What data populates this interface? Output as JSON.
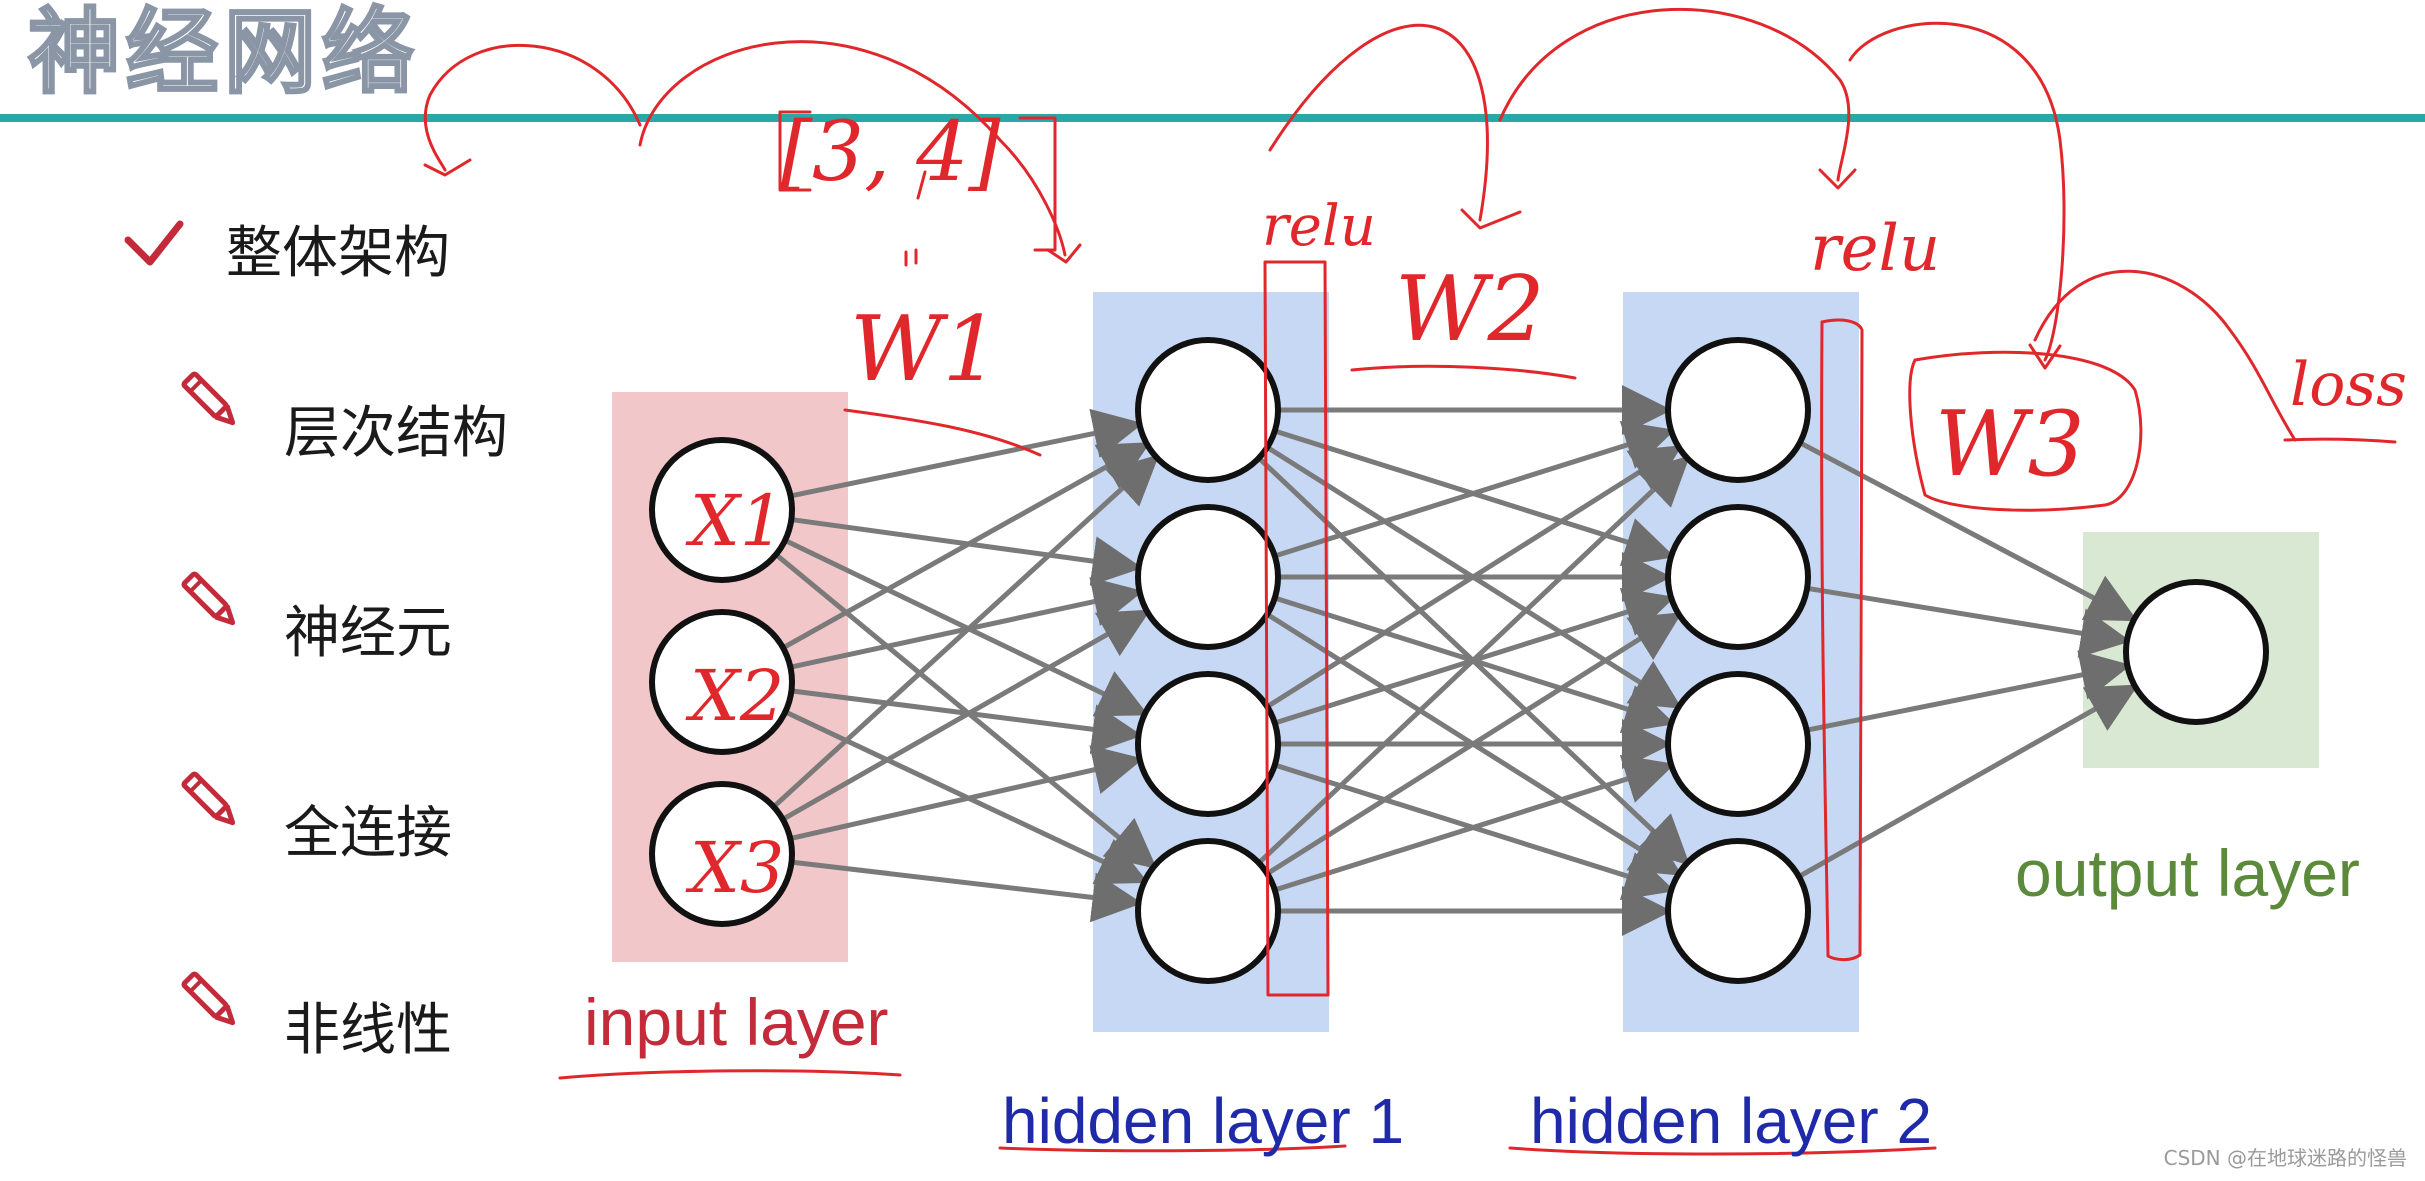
{
  "slide": {
    "title": "神经网络",
    "menu": {
      "main": "整体架构",
      "items": [
        "层次结构",
        "神经元",
        "全连接",
        "非线性"
      ]
    }
  },
  "diagram": {
    "layers": {
      "input": {
        "label": "input layer",
        "neurons": 3,
        "color": "#f2c7c9"
      },
      "hidden1": {
        "label": "hidden layer 1",
        "neurons": 4,
        "color": "#c6d8f3"
      },
      "hidden2": {
        "label": "hidden layer 2",
        "neurons": 4,
        "color": "#c6d8f3"
      },
      "output": {
        "label": "output layer",
        "neurons": 1,
        "color": "#d8e8d2"
      }
    },
    "colors": {
      "annotation": "#e0282c",
      "connection": "#7a7a7a",
      "accent_line": "#2aa8a8",
      "node_stroke": "#111111"
    }
  },
  "handwriting": {
    "shape": "[3, 4]",
    "w1": "W1",
    "w2": "W2",
    "w3": "W3",
    "relu_1": "relu",
    "relu_2": "relu",
    "loss": "loss",
    "x1": "X1",
    "x2": "X2",
    "x3": "X3"
  },
  "watermark": "CSDN @在地球迷路的怪兽"
}
